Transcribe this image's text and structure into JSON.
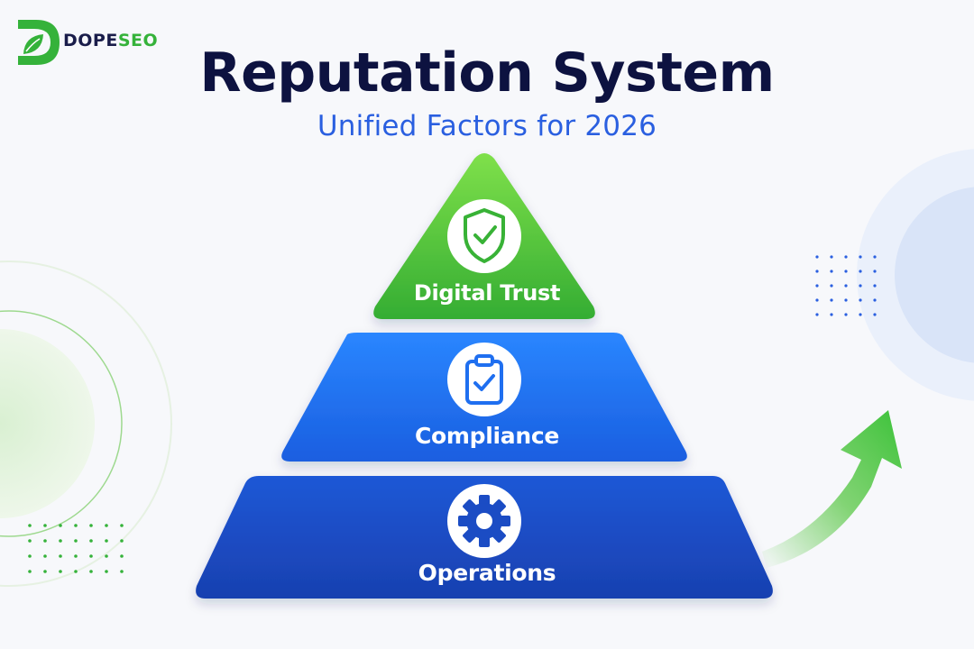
{
  "brand": {
    "name_part1": "DOPE",
    "name_part2": "SEO",
    "colors": {
      "dark": "#1a1d4a",
      "green": "#35b23a"
    },
    "icon": "leaf-d-logo-icon"
  },
  "header": {
    "title": "Reputation System",
    "subtitle": "Unified Factors for 2026"
  },
  "pyramid": {
    "tiers": [
      {
        "label": "Digital Trust",
        "icon": "shield-check-icon",
        "color": "#4fc43a"
      },
      {
        "label": "Compliance",
        "icon": "clipboard-check-icon",
        "color": "#1f6ff0"
      },
      {
        "label": "Operations",
        "icon": "gear-icon",
        "color": "#1b4cc4"
      }
    ]
  },
  "decor": {
    "arrow": "growth-arrow-icon",
    "accent_green": "#4fc43a",
    "accent_blue": "#2a5fe0"
  }
}
